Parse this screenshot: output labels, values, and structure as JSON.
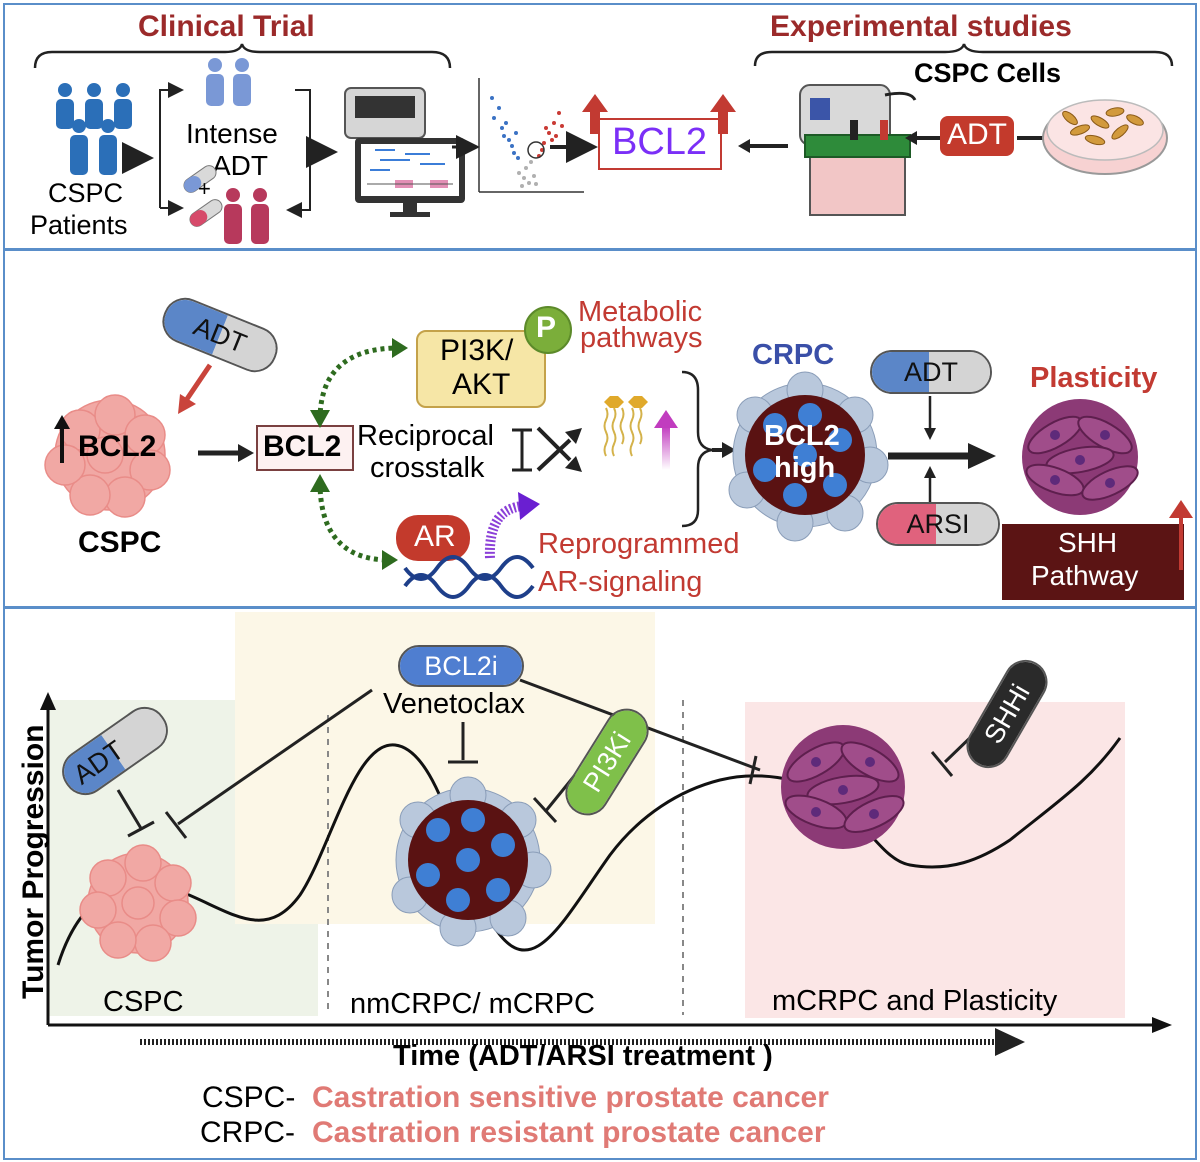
{
  "panel1": {
    "clinical_title": "Clinical Trial",
    "experimental_title": "Experimental studies",
    "cspc_patients_line1": "CSPC",
    "cspc_patients_line2": "Patients",
    "intense_line1": "Intense",
    "intense_line2": "ADT",
    "plus": "+",
    "bcl2_box": "BCL2",
    "adt_label": "ADT",
    "cspc_cells": "CSPC Cells"
  },
  "panel2": {
    "adt_pill": "ADT",
    "bcl2_tumor": "BCL2",
    "cspc": "CSPC",
    "bcl2_box": "BCL2",
    "pi3k_line1": "PI3K/",
    "pi3k_line2": "AKT",
    "p_badge": "P",
    "metabolic_line1": "Metabolic",
    "metabolic_line2": "pathways",
    "reciprocal_line1": "Reciprocal",
    "reciprocal_line2": "crosstalk",
    "ar": "AR",
    "reprogrammed_line1": "Reprogrammed",
    "reprogrammed_line2": "AR-signaling",
    "crpc": "CRPC",
    "bcl2_high_line1": "BCL2",
    "bcl2_high_line2": "high",
    "adt_pill2": "ADT",
    "arsi_pill": "ARSI",
    "plasticity": "Plasticity",
    "shh_line1": "SHH",
    "shh_line2": "Pathway"
  },
  "panel3": {
    "y_axis": "Tumor Progression",
    "x_axis": "Time (ADT/ARSI treatment )",
    "adt_pill": "ADT",
    "bcl2i_pill": "BCL2i",
    "venetoclax": "Venetoclax",
    "pi3ki_pill": "PI3Ki",
    "shhi_pill": "SHHi",
    "stage1": "CSPC",
    "stage2": "nmCRPC/ mCRPC",
    "stage3": "mCRPC and Plasticity"
  },
  "legend": {
    "line1_abbr": "CSPC-",
    "line1_full": "Castration sensitive prostate cancer",
    "line2_abbr": "CRPC-",
    "line2_full": "Castration resistant prostate cancer"
  },
  "colors": {
    "panel_border": "#5a8ec9",
    "title_red": "#9b2a2a",
    "accent_red": "#c23a32",
    "legend_pink": "#e07a75",
    "bcl2_purple": "#7b2ff7",
    "pill_blue": "#5b86c8",
    "pill_gray": "#d4d4d4",
    "pi3k_yellow": "#f6e6a6",
    "shh_dark": "#5b1414",
    "crpc_blue": "#3a4fa8"
  }
}
